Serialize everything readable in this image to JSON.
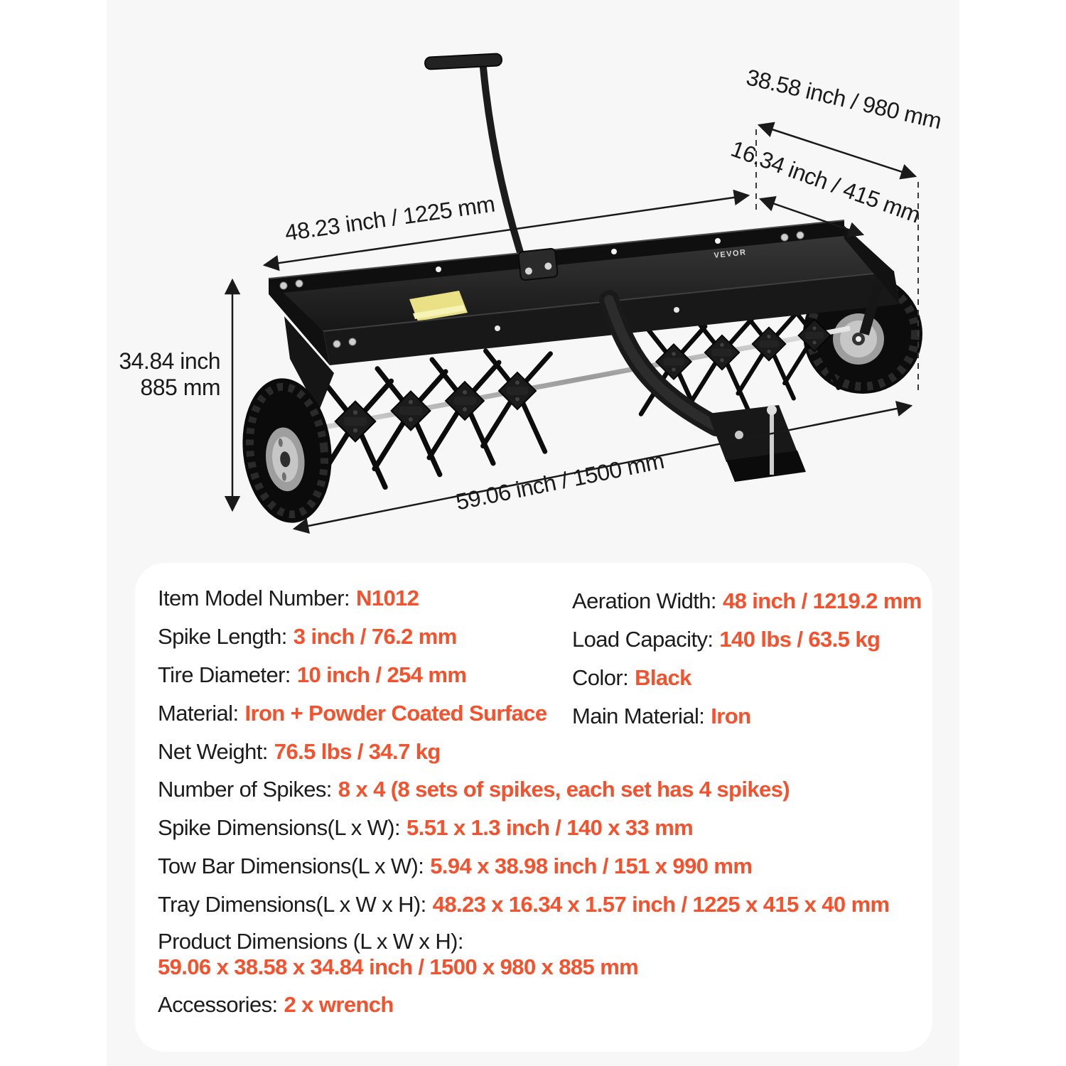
{
  "page": {
    "background": "#ffffff",
    "panel_bg": "#f7f7f7",
    "card_bg": "#ffffff",
    "accent_orange": "#f4512c",
    "text_dark": "#1c1c1c",
    "line_color": "#1a1a1a"
  },
  "product": {
    "brand_logo": "VEVOR",
    "description": "tow-behind lawn spike aerator illustration"
  },
  "dimensions": {
    "tray_length": "48.23 inch / 1225 mm",
    "overall_width": "38.58 inch / 980 mm",
    "tray_width": "16.34 inch / 415 mm",
    "height_line1": "34.84 inch",
    "height_line2": "885 mm",
    "overall_length": "59.06 inch / 1500 mm"
  },
  "specs": {
    "left": [
      {
        "label": "Item Model Number:",
        "value": "N1012"
      },
      {
        "label": "Spike Length:",
        "value": "3 inch / 76.2 mm"
      },
      {
        "label": "Tire Diameter:",
        "value": "10 inch / 254 mm"
      },
      {
        "label": "Material:",
        "value": "Iron + Powder Coated Surface"
      },
      {
        "label": "Net Weight:",
        "value": "76.5 lbs / 34.7 kg"
      }
    ],
    "right": [
      {
        "label": "Aeration Width:",
        "value": "48 inch / 1219.2 mm"
      },
      {
        "label": "Load Capacity:",
        "value": "140 lbs / 63.5 kg"
      },
      {
        "label": "Color:",
        "value": "Black"
      },
      {
        "label": "Main Material:",
        "value": "Iron"
      }
    ],
    "full": [
      {
        "label": "Number of Spikes:",
        "value": "8 x 4 (8 sets of spikes, each set has 4 spikes)"
      },
      {
        "label": "Spike Dimensions(L x W):",
        "value": "5.51 x 1.3 inch / 140 x 33 mm"
      },
      {
        "label": "Tow Bar Dimensions(L x W):",
        "value": "5.94 x 38.98 inch / 151 x 990 mm"
      },
      {
        "label": "Tray Dimensions(L x W x H):",
        "value": "48.23 x 16.34 x 1.57 inch / 1225 x 415 x 40 mm"
      }
    ],
    "product_dimensions": {
      "label": "Product Dimensions (L x W x H):",
      "value": "59.06 x 38.58 x 34.84 inch / 1500 x 980 x 885 mm"
    },
    "accessories": {
      "label": "Accessories:",
      "value": "2 x wrench"
    }
  }
}
